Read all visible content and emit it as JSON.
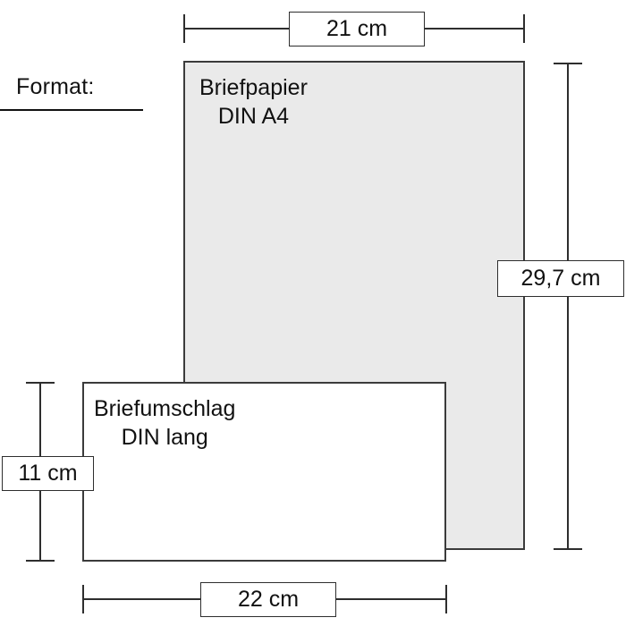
{
  "diagram": {
    "caption": {
      "label": "Format:"
    },
    "sheets": [
      {
        "id": "a4",
        "name": "Briefpapier",
        "standard": "DIN A4",
        "fill": "#eaeaea",
        "stroke": "#3b3b3b"
      },
      {
        "id": "envelope",
        "name": "Briefumschlag",
        "standard": "DIN lang",
        "fill": "#ffffff",
        "stroke": "#3b3b3b"
      }
    ],
    "dimensions": {
      "a4_width": "21 cm",
      "a4_height": "29,7 cm",
      "envelope_height": "11 cm",
      "envelope_width": "22 cm"
    }
  }
}
